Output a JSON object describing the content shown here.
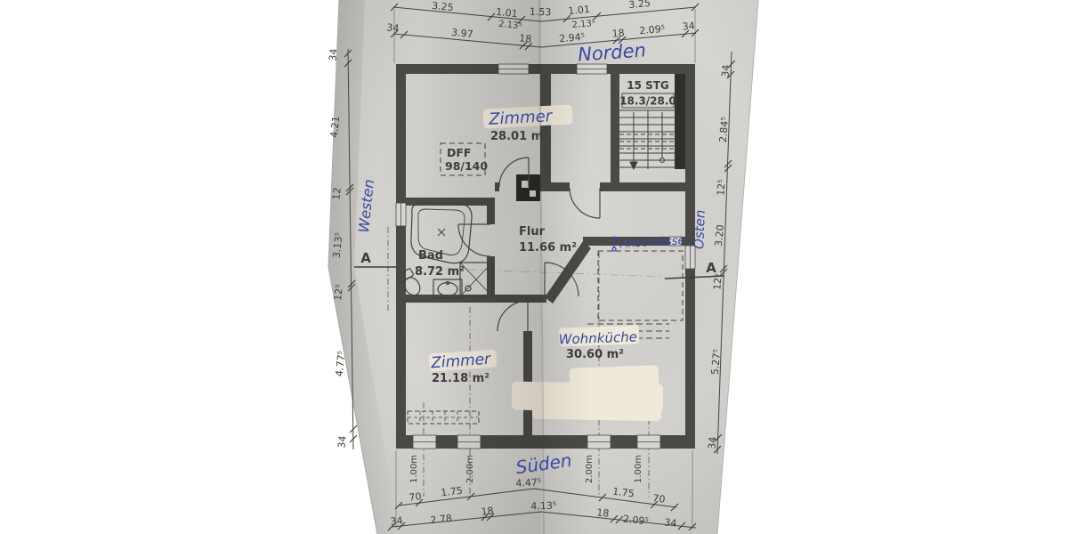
{
  "page": {
    "type": "scanned-floor-plan"
  },
  "colors": {
    "paper": "#d5d3d0",
    "wall": "#4b4946",
    "print_ink": "#3f3d39",
    "handwriting_ink": "#3c48a0",
    "whiteout": "#efe9da"
  },
  "compass": {
    "north": "Norden",
    "east": "Osten",
    "south": "Süden",
    "west": "Westen"
  },
  "rooms": {
    "zimmer_top": {
      "label": "Zimmer",
      "area": "28.01 m²"
    },
    "bad": {
      "label": "Bad",
      "area": "8.72 m²"
    },
    "flur": {
      "label": "Flur",
      "area": "11.66 m²"
    },
    "zimmer_bottom": {
      "label": "Zimmer",
      "area": "21.18 m²"
    },
    "wohnkueche": {
      "label": "Wohnküche",
      "area": "30.60 m²"
    }
  },
  "stairs": {
    "count": "15 STG",
    "rise_run": "18.3/28.0"
  },
  "skylight": {
    "label": "DFF",
    "size": "98/140"
  },
  "notes": {
    "anschluesse": "Anschlüsse"
  },
  "section": {
    "marker": "A"
  },
  "dimensions": {
    "top_outer": [
      "3.25",
      "1.01",
      "1.53",
      "1.01",
      "3.25"
    ],
    "top_outer_sub": [
      "2.13⁵",
      "2.13⁵"
    ],
    "top_inner": [
      "34",
      "3.97",
      "18",
      "2.94⁵",
      "18",
      "2.09⁵",
      "34"
    ],
    "bottom_inner": [
      "70",
      "1.75",
      "4.47⁵",
      "1.75",
      "70"
    ],
    "bottom_outer": [
      "34",
      "2.78",
      "18",
      "4.13⁵",
      "18",
      "2.09⁵",
      "34"
    ],
    "left": [
      "34",
      "4.21",
      "12",
      "3.13⁵",
      "12⁵",
      "4.77⁵",
      "34"
    ],
    "right": [
      "34",
      "2.84⁵",
      "12⁵",
      "3.20",
      "12⁵",
      "5.27⁵",
      "34"
    ],
    "sills": [
      "1.00m",
      "2.00m",
      "2.00m",
      "1.00m"
    ]
  }
}
